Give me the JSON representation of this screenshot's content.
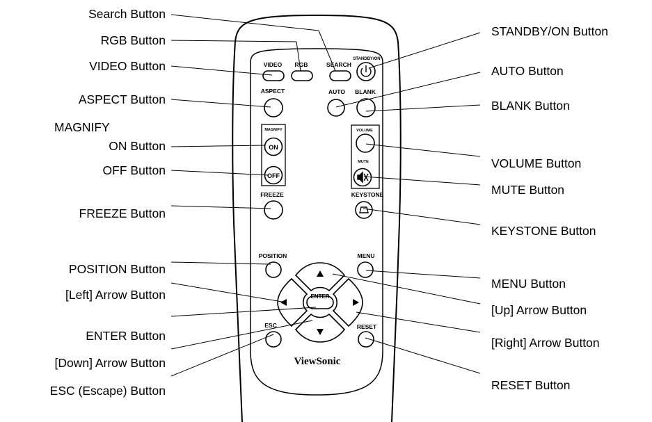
{
  "remote": {
    "brand": "ViewSonic",
    "buttons": {
      "video": "VIDEO",
      "rgb": "RGB",
      "search": "SEARCH",
      "standby": "STANDBY/ON",
      "aspect": "ASPECT",
      "auto": "AUTO",
      "blank": "BLANK",
      "magnify": "MAGNIFY",
      "on": "ON",
      "off": "OFF",
      "volume": "VOLUME",
      "mute": "MUTE",
      "freeze": "FREEZE",
      "keystone": "KEYSTONE",
      "position": "POSITION",
      "menu": "MENU",
      "enter": "ENTER",
      "esc": "ESC",
      "reset": "RESET"
    }
  },
  "callouts_left": {
    "search": "Search Button",
    "rgb": "RGB Button",
    "video": "VIDEO Button",
    "aspect": "ASPECT Button",
    "magnify_line1": "MAGNIFY",
    "magnify_line2": "ON Button",
    "off": "OFF Button",
    "freeze": "FREEZE Button",
    "position": "POSITION Button",
    "left_arrow": "[Left] Arrow Button",
    "enter": "ENTER Button",
    "down_arrow": "[Down] Arrow Button",
    "esc": "ESC (Escape) Button"
  },
  "callouts_right": {
    "standby": "STANDBY/ON Button",
    "auto": "AUTO Button",
    "blank": "BLANK Button",
    "volume": "VOLUME Button",
    "mute": "MUTE Button",
    "keystone": "KEYSTONE Button",
    "menu": "MENU Button",
    "up_arrow": "[Up] Arrow Button",
    "right_arrow": "[Right] Arrow Button",
    "reset": "RESET Button"
  },
  "colors": {
    "stroke": "#000000",
    "background": "#ffffff"
  }
}
